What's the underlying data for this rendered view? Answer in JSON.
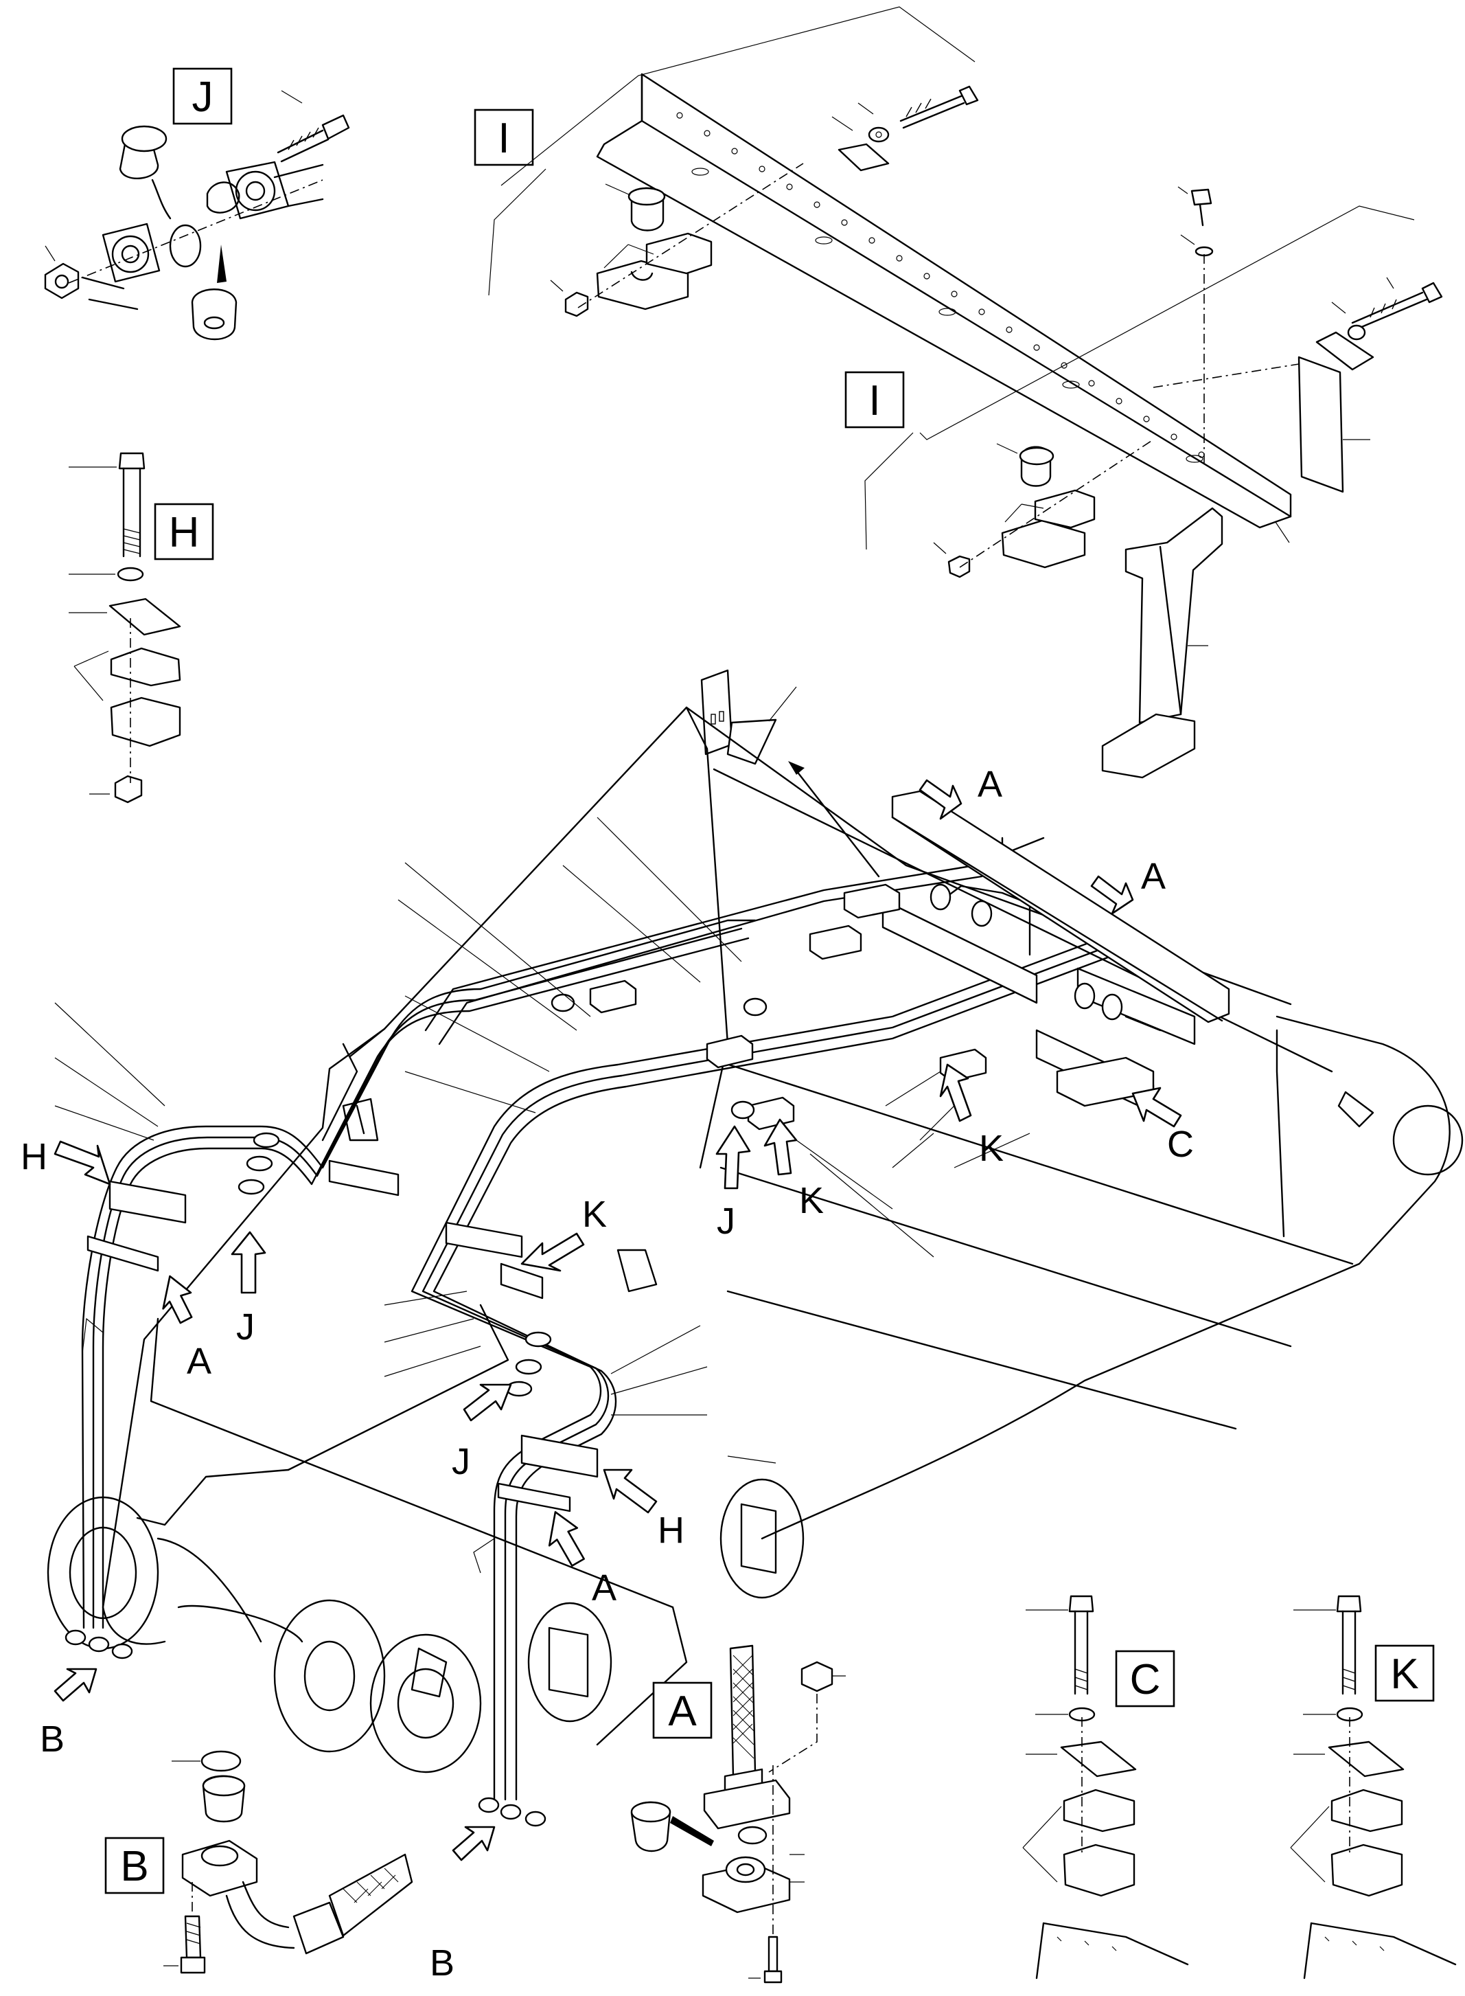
{
  "detail_boxes": {
    "J": "J",
    "I_top": "I",
    "I_mid": "I",
    "H": "H",
    "C": "C",
    "K": "K",
    "A": "A",
    "B": "B"
  },
  "callouts": {
    "A_top_1": "A",
    "A_top_2": "A",
    "C_right": "C",
    "K_1": "K",
    "K_2": "K",
    "K_3": "K",
    "J_1": "J",
    "J_2": "J",
    "J_3": "J",
    "H_left": "H",
    "H_right": "H",
    "A_left": "A",
    "A_right": "A",
    "B_left": "B",
    "B_right": "B"
  }
}
